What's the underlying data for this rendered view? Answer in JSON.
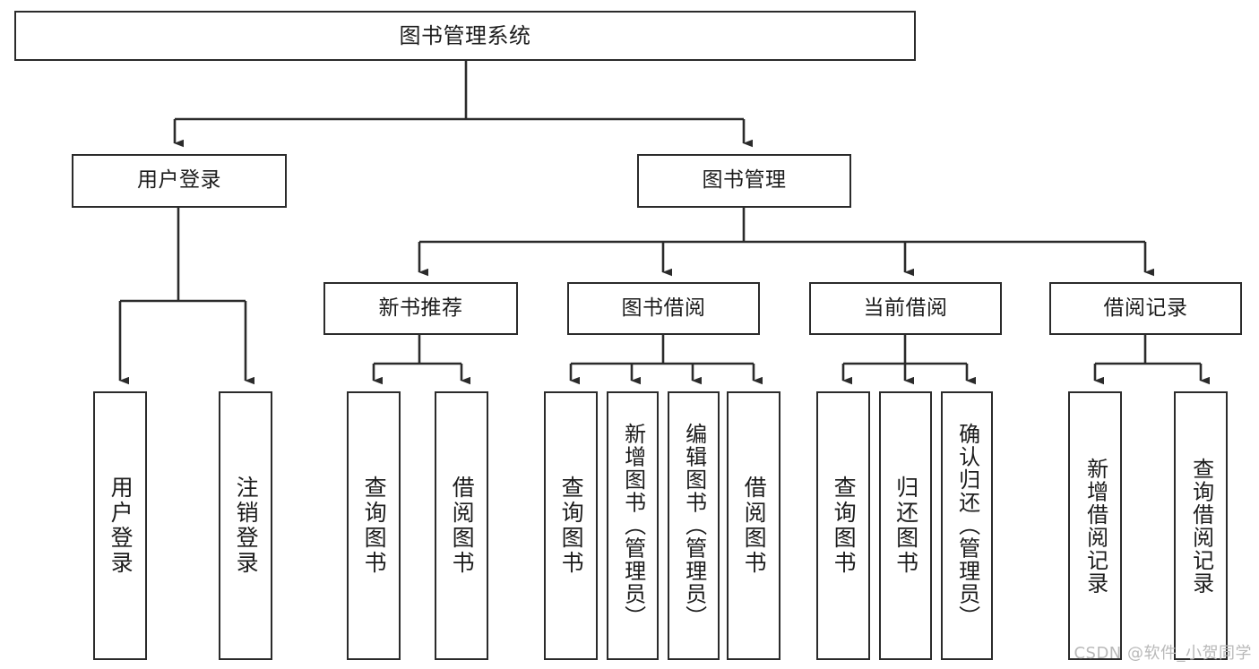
{
  "diagram": {
    "type": "tree",
    "title": "图书管理系统",
    "watermark": "CSDN @软件_小贺同学",
    "colors": {
      "stroke": "#2b2b2b",
      "background": "#ffffff",
      "text": "#1c1c1c",
      "watermark": "#b9b9b9"
    },
    "nodes": {
      "root": {
        "label": "图书管理系统"
      },
      "level2": [
        {
          "label": "用户登录"
        },
        {
          "label": "图书管理"
        }
      ],
      "level3": [
        {
          "label": "新书推荐"
        },
        {
          "label": "图书借阅"
        },
        {
          "label": "当前借阅"
        },
        {
          "label": "借阅记录"
        }
      ],
      "leaves": {
        "user_login": [
          {
            "label": "用户登录"
          },
          {
            "label": "注销登录"
          }
        ],
        "new_book_recommend": [
          {
            "label": "查询图书"
          },
          {
            "label": "借阅图书"
          }
        ],
        "book_borrow": [
          {
            "label": "查询图书"
          },
          {
            "label": "新增图书（管理员）"
          },
          {
            "label": "编辑图书（管理员）"
          },
          {
            "label": "借阅图书"
          }
        ],
        "current_borrow": [
          {
            "label": "查询图书"
          },
          {
            "label": "归还图书"
          },
          {
            "label": "确认归还（管理员）"
          }
        ],
        "borrow_record": [
          {
            "label": "新增借阅记录"
          },
          {
            "label": "查询借阅记录"
          }
        ]
      }
    }
  }
}
